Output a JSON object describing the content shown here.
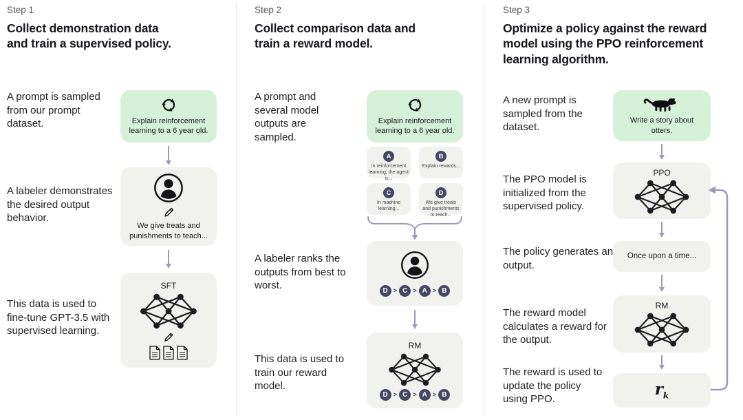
{
  "colors": {
    "prompt_box_green": "#d5f1d8",
    "model_box_gray": "#f1f1ed",
    "arrow": "#9a9cb5",
    "rank_chip": "#434764",
    "divider": "#e6e6e6",
    "text": "#202123",
    "step_label": "#55555f"
  },
  "step1": {
    "label": "Step 1",
    "title": "Collect demonstration data and train a supervised policy.",
    "caption_prompt": "A prompt is sampled from our prompt dataset.",
    "prompt_box": "Explain reinforcement learning to a 6 year old.",
    "caption_labeler": "A labeler demonstrates the desired output behavior.",
    "labeler_box": "We give treats and punishments to teach...",
    "caption_data": "This data is used to fine-tune GPT-3.5 with supervised learning.",
    "model_box_label": "SFT"
  },
  "step2": {
    "label": "Step 2",
    "title": "Collect comparison data and train a reward model.",
    "caption_prompt": "A prompt and several model outputs are sampled.",
    "prompt_box": "Explain reinforcement learning to a 6 year old.",
    "outputs": [
      {
        "letter": "A",
        "text": "In reinforcement learning, the agent is..."
      },
      {
        "letter": "B",
        "text": "Explain rewards..."
      },
      {
        "letter": "C",
        "text": "In machine learning..."
      },
      {
        "letter": "D",
        "text": "We give treats and punishments to teach..."
      }
    ],
    "caption_labeler": "A labeler ranks the outputs from best to worst.",
    "ranking": [
      "D",
      "C",
      "A",
      "B"
    ],
    "ranking_separator": ">",
    "caption_data": "This data is used to train our reward model.",
    "model_box_label": "RM"
  },
  "step3": {
    "label": "Step 3",
    "title": "Optimize a policy against the reward model using the PPO reinforcement learning algorithm.",
    "caption_prompt": "A new prompt is sampled from the dataset.",
    "prompt_box": "Write a story about otters.",
    "caption_ppo": "The PPO model is initialized from the supervised policy.",
    "ppo_box_label": "PPO",
    "caption_output": "The policy generates an output.",
    "output_box": "Once upon a time...",
    "caption_reward": "The reward model calculates a reward for the output.",
    "rm_box_label": "RM",
    "caption_update": "The reward is used to update the policy using PPO.",
    "reward_symbol": "r",
    "reward_subscript": "k"
  }
}
